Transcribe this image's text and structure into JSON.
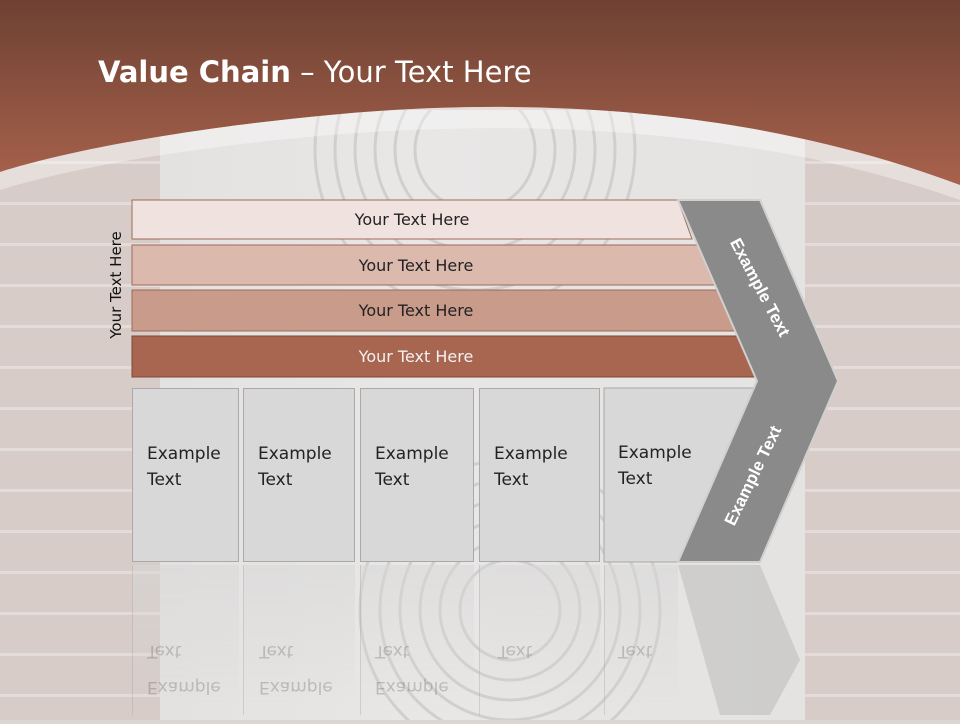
{
  "slide": {
    "title_bold": "Value Chain",
    "title_rest": " – Your Text Here",
    "side_label": "Your Text Here"
  },
  "bands": [
    {
      "label": "Your Text Here",
      "color": "#f0e2de"
    },
    {
      "label": "Your Text Here",
      "color": "#dcb9ad"
    },
    {
      "label": "Your Text Here",
      "color": "#c89b8b"
    },
    {
      "label": "Your Text Here",
      "color": "#a86550"
    }
  ],
  "boxes": [
    {
      "line1": "Example",
      "line2": "Text"
    },
    {
      "line1": "Example",
      "line2": "Text"
    },
    {
      "line1": "Example",
      "line2": "Text"
    },
    {
      "line1": "Example",
      "line2": "Text"
    },
    {
      "line1": "Example",
      "line2": "Text"
    }
  ],
  "chevron": {
    "upper_label": "Example Text",
    "lower_label": "Example Text",
    "color": "#8a8a8a"
  },
  "colors": {
    "header": "#9e5f4c",
    "header_dark": "#6e4133"
  }
}
